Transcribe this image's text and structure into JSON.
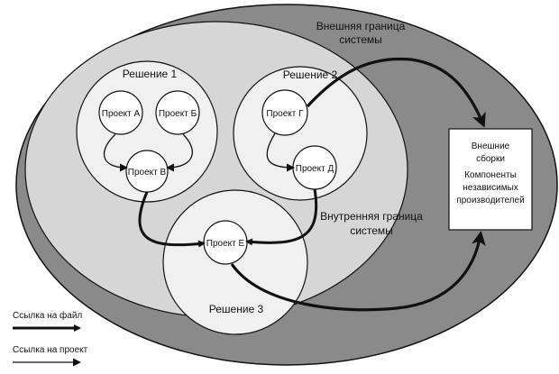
{
  "diagram": {
    "outer_boundary": {
      "label_line1": "Внешняя граница",
      "label_line2": "системы"
    },
    "inner_boundary": {
      "label_line1": "Внутренняя граница",
      "label_line2": "системы"
    },
    "solutions": {
      "s1": {
        "label": "Решение 1"
      },
      "s2": {
        "label": "Решение 2"
      },
      "s3": {
        "label": "Решение 3"
      }
    },
    "projects": {
      "a": "Проект А",
      "b": "Проект Б",
      "v": "Проект В",
      "g": "Проект Г",
      "d": "Проект Д",
      "e": "Проект Е"
    },
    "external_box": {
      "line1": "Внешние",
      "line2": "сборки",
      "line3": "Компоненты",
      "line4": "независимых",
      "line5": "производителей"
    },
    "legend": {
      "file_ref": "Ссылка на файл",
      "project_ref": "Ссылка на проект"
    },
    "colors": {
      "outer_fill": "#8a8a8a",
      "inner_fill": "#d6d6d6",
      "solution_fill": "#f0f0f0",
      "project_fill": "#ffffff",
      "stroke": "#111111"
    }
  }
}
